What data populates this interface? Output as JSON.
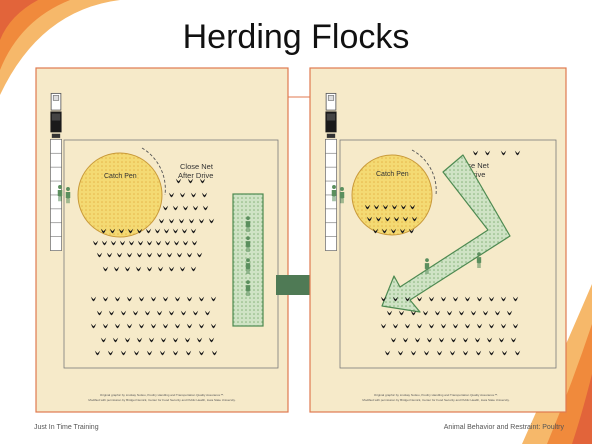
{
  "slide": {
    "title": "Herding Flocks",
    "footer_left": "Just In Time Training",
    "footer_right": "Animal Behavior and Restraint: Poultry",
    "colors": {
      "accent_orange": "#f39a3b",
      "accent_red": "#e96f49",
      "panel_bg": "#f6eac9",
      "pen_fill": "#f4da73",
      "arrow_green": "#4f7a55",
      "herder_green": "#5b8f5e"
    }
  },
  "diagrams": [
    {
      "catch_pen_label": "Catch Pen",
      "net_label_line1": "Close Net",
      "net_label_line2": "After Drive",
      "credit_line1": "Original graphic by Lindsay Nuttoo, Poultry Handling and Transportation Quality Assurance™.",
      "credit_line2": "Modified with permission by Bridget Nemick, Center for Food Security and Public Health, Iowa State University."
    },
    {
      "catch_pen_label": "Catch Pen",
      "net_label_line1": "Close Net",
      "net_label_line2": "After Drive",
      "credit_line1": "Original graphic by Lindsay Nuttoo, Poultry Handling and Transportation Quality Assurance™.",
      "credit_line2": "Modified with permission by Bridget Nemick, Center for Food Security and Public Health, Iowa State University."
    }
  ],
  "icons": {
    "move_arrow": "right-arrow-icon",
    "truck": "truck-icon",
    "bird": "bird-icon",
    "herder": "person-icon"
  }
}
